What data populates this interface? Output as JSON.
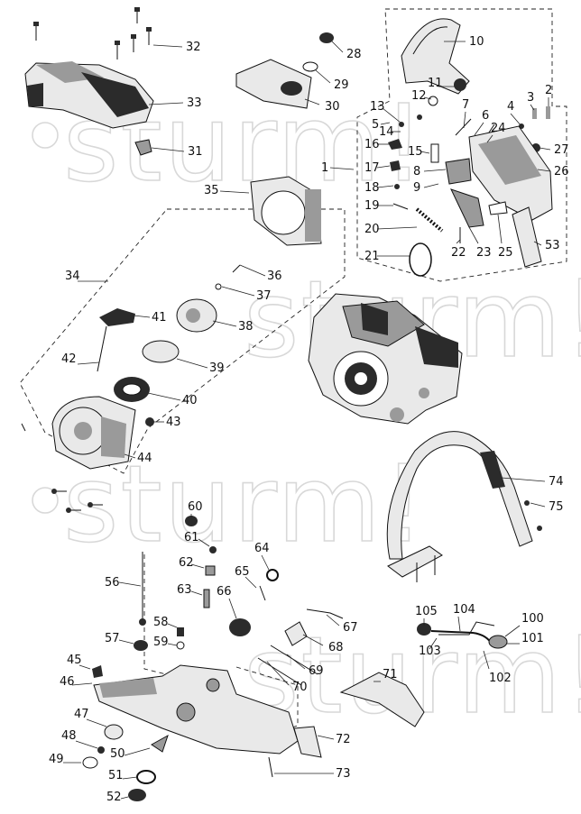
{
  "diagram": {
    "watermark": "sturm!",
    "labels": [
      "1",
      "2",
      "3",
      "4",
      "5",
      "6",
      "7",
      "8",
      "9",
      "10",
      "11",
      "12",
      "13",
      "14",
      "15",
      "16",
      "17",
      "18",
      "19",
      "20",
      "21",
      "22",
      "23",
      "24",
      "25",
      "26",
      "27",
      "28",
      "29",
      "30",
      "31",
      "32",
      "33",
      "34",
      "35",
      "36",
      "37",
      "38",
      "39",
      "40",
      "41",
      "42",
      "43",
      "44",
      "45",
      "46",
      "47",
      "48",
      "49",
      "50",
      "51",
      "52",
      "53",
      "56",
      "57",
      "58",
      "59",
      "60",
      "61",
      "62",
      "63",
      "64",
      "65",
      "66",
      "67",
      "68",
      "69",
      "70",
      "71",
      "72",
      "73",
      "74",
      "75",
      "100",
      "101",
      "102",
      "103",
      "104",
      "105"
    ]
  }
}
